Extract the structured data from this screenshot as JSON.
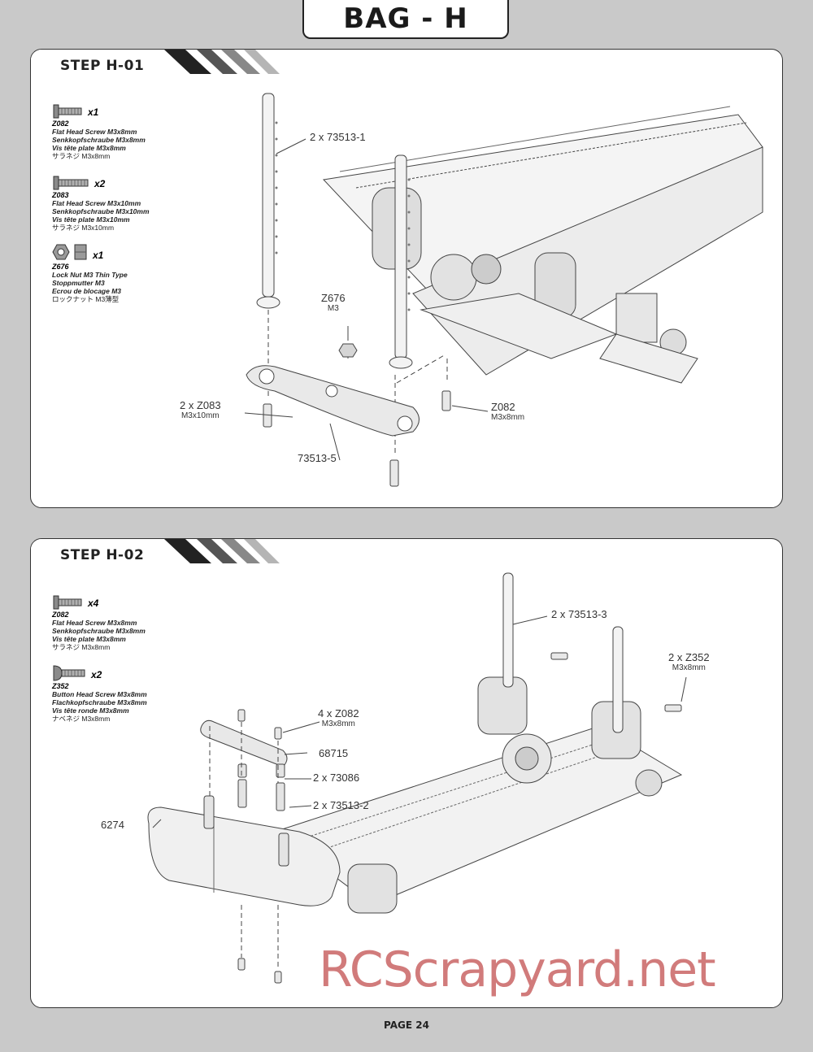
{
  "header": {
    "title": "BAG - H"
  },
  "step1": {
    "title": "STEP H-01",
    "parts": [
      {
        "qty": "x1",
        "code": "Z082",
        "lines": [
          "Flat Head Screw M3x8mm",
          "Senkkopfschraube M3x8mm",
          "Vis tête plate M3x8mm"
        ],
        "jp": "サラネジ M3x8mm",
        "icon": "flat-head-screw-icon"
      },
      {
        "qty": "x2",
        "code": "Z083",
        "lines": [
          "Flat Head Screw M3x10mm",
          "Senkkopfschraube M3x10mm",
          "Vis tête plate M3x10mm"
        ],
        "jp": "サラネジ M3x10mm",
        "icon": "flat-head-screw-icon"
      },
      {
        "qty": "x1",
        "code": "Z676",
        "lines": [
          "Lock Nut M3 Thin Type",
          "Stoppmutter M3",
          "Ecrou de blocage M3"
        ],
        "jp": "ロックナット M3薄型",
        "icon": "lock-nut-icon"
      }
    ],
    "callouts": {
      "posts": "2 x 73513-1",
      "nut": "Z676",
      "nut_sub": "M3",
      "screws": "2 x Z083",
      "screws_sub": "M3x10mm",
      "brace": "73513-5",
      "screw": "Z082",
      "screw_sub": "M3x8mm"
    }
  },
  "step2": {
    "title": "STEP H-02",
    "parts": [
      {
        "qty": "x4",
        "code": "Z082",
        "lines": [
          "Flat Head Screw M3x8mm",
          "Senkkopfschraube M3x8mm",
          "Vis tête plate M3x8mm"
        ],
        "jp": "サラネジ M3x8mm",
        "icon": "flat-head-screw-icon"
      },
      {
        "qty": "x2",
        "code": "Z352",
        "lines": [
          "Button Head Screw M3x8mm",
          "Flachkopfschraube M3x8mm",
          "Vis tête ronde M3x8mm"
        ],
        "jp": "ナベネジ M3x8mm",
        "icon": "button-head-screw-icon"
      }
    ],
    "callouts": {
      "posts": "2 x 73513-3",
      "z352": "2 x Z352",
      "z352_sub": "M3x8mm",
      "z082": "4 x Z082",
      "z082_sub": "M3x8mm",
      "mount": "68715",
      "spacer": "2 x 73086",
      "standoff": "2 x 73513-2",
      "bumper": "6274"
    }
  },
  "footer": {
    "page": "PAGE 24"
  },
  "watermark": "RCScrapyard.net"
}
